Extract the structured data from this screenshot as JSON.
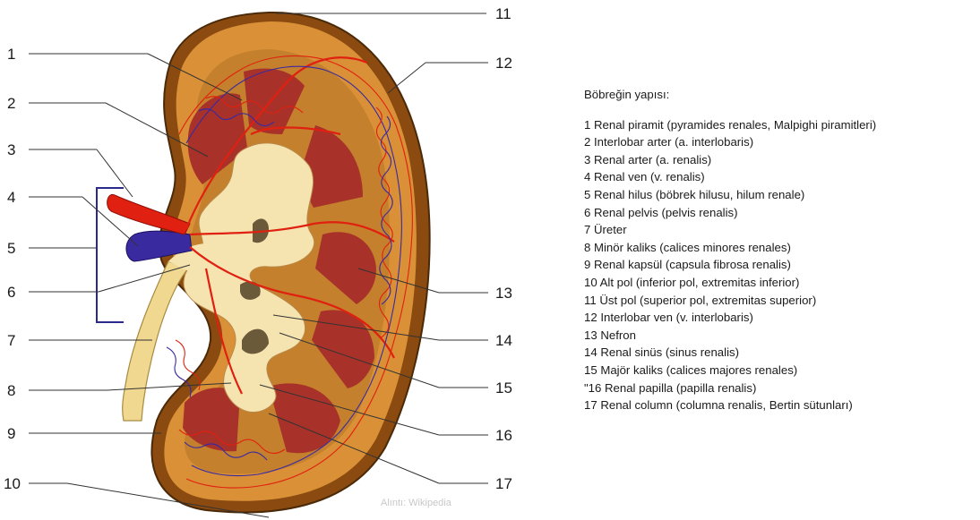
{
  "numbers": [
    "1",
    "2",
    "3",
    "4",
    "5",
    "6",
    "7",
    "8",
    "9",
    "10",
    "11",
    "12",
    "13",
    "14",
    "15",
    "16",
    "17"
  ],
  "credit": "Alıntı: Wikipedia",
  "legend": {
    "title": "Böbreğin yapısı:",
    "items": [
      "1   Renal piramit (pyramides renales, Malpighi piramitleri)",
      " 2   Interlobar arter (a. interlobaris)",
      " 3   Renal arter (a. renalis)",
      " 4   Renal ven (v. renalis)",
      " 5   Renal hilus (böbrek hilusu, hilum renale)",
      " 6   Renal pelvis (pelvis renalis)",
      " 7   Üreter",
      " 8   Minör kaliks (calices minores renales)",
      " 9   Renal kapsül (capsula fibrosa renalis)",
      " 10   Alt pol (inferior pol, extremitas inferior)",
      " 11   Üst pol (superior pol, extremitas superior)",
      " 12   Interlobar ven (v. interlobaris)",
      " 13   Nefron",
      " 14   Renal sinüs (sinus renalis)",
      " 15   Majör kaliks (calices majores renales)",
      " \"16   Renal papilla (papilla renalis)",
      " 17   Renal column (columna renalis, Bertin sütunları)"
    ]
  },
  "colors": {
    "capsule": "#8a4a10",
    "cortex": "#d99036",
    "medulla": "#b97830",
    "pyramid": "#a8322a",
    "sinus": "#f5e3b0",
    "artery": "#e02010",
    "vein": "#3a2aa0",
    "hilus_bracket": "#2a2a8a"
  }
}
